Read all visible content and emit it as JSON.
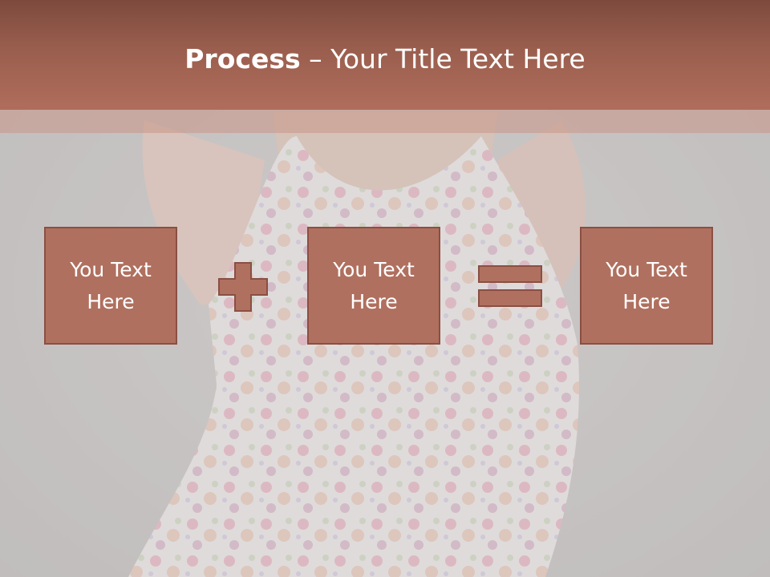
{
  "slide": {
    "title_bold": "Process",
    "title_rest": " – Your Title Text Here",
    "boxes": [
      {
        "text": "You Text Here"
      },
      {
        "text": "You Text Here"
      },
      {
        "text": "You Text Here"
      }
    ],
    "operators": [
      "plus-icon",
      "equals-icon"
    ],
    "colors": {
      "header_top": "#7c4a3d",
      "header_bottom": "#b06d5b",
      "box_fill": "#b0705f",
      "box_border": "#8a4f42",
      "text": "#ffffff"
    }
  }
}
